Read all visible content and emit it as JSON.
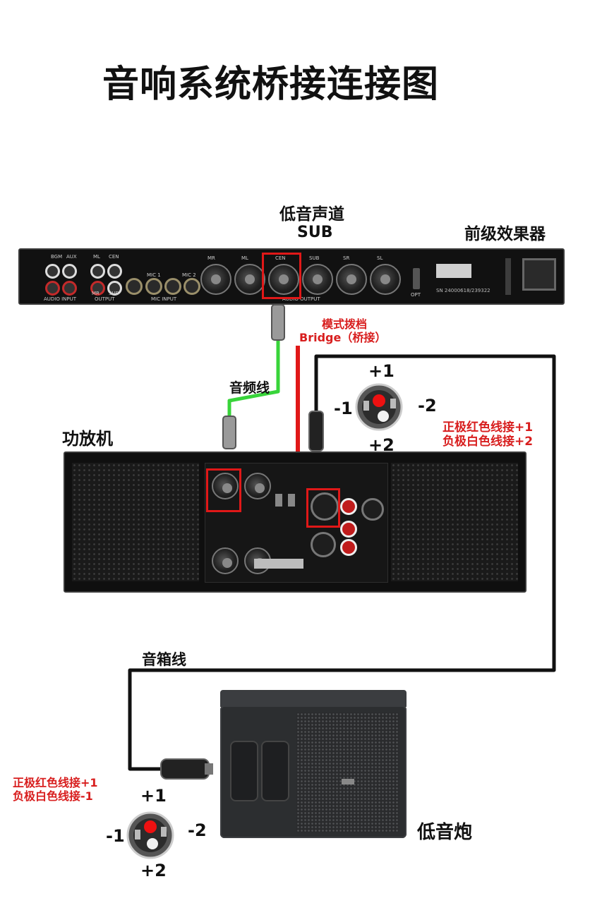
{
  "title": "音响系统桥接连接图",
  "preamp": {
    "name": "前级效果器",
    "sub_label_cn": "低音声道",
    "sub_label_en": "SUB",
    "panel": {
      "audio_input": "AUDIO INPUT",
      "bgm": "BGM",
      "aux": "AUX",
      "ml": "ML",
      "cen": "CEN",
      "mr": "MR",
      "sub": "SUB",
      "output": "OUTPUT",
      "mic1": "MIC 1",
      "mic2": "MIC 2",
      "mic_input": "MIC INPUT",
      "xlr_labels": [
        "MR",
        "ML",
        "CEN",
        "SUB",
        "SR",
        "SL"
      ],
      "audio_output": "AUDIO OUTPUT",
      "opt": "OPT",
      "serial": "SN 24000618/239322"
    }
  },
  "cables": {
    "audio_cable": "音频线",
    "speaker_cable": "音箱线"
  },
  "amplifier": {
    "name": "功放机",
    "mode_switch": "模式拨档",
    "bridge": "Bridge（桥接）",
    "wiring_note_1": "正极红色线接+1",
    "wiring_note_2": "负极白色线接+2"
  },
  "connector_top": {
    "plus1": "+1",
    "minus1": "-1",
    "minus2": "-2",
    "plus2": "+2"
  },
  "subwoofer": {
    "name": "低音炮",
    "wiring_note_1": "正极红色线接+1",
    "wiring_note_2": "负极白色线接-1"
  },
  "connector_bottom": {
    "plus1": "+1",
    "minus1": "-1",
    "minus2": "-2",
    "plus2": "+2"
  },
  "colors": {
    "accent_red": "#d81e1e",
    "audio_cable_green": "#38d43a",
    "speaker_cable_black": "#111111",
    "device_black": "#111111"
  }
}
